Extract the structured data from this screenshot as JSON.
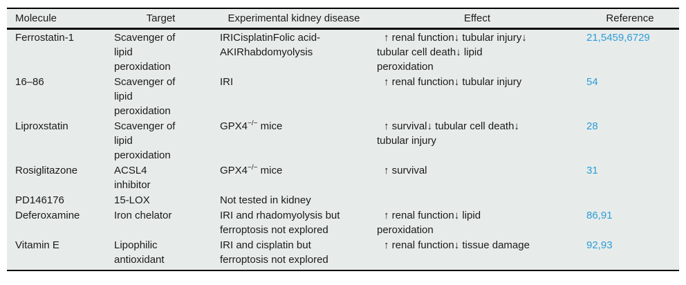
{
  "colors": {
    "table_background": "#e7eceb",
    "border": "#000000",
    "reference_link": "#2e9cd6",
    "text": "#1a1a1a"
  },
  "table": {
    "headers": {
      "molecule": "Molecule",
      "target": "Target",
      "disease": "Experimental kidney disease",
      "effect": "Effect",
      "reference": "Reference"
    },
    "rows": [
      {
        "molecule": "Ferrostatin-1",
        "target": "Scavenger of\nlipid\nperoxidation",
        "disease": {
          "pre": "IRICisplatinFolic acid-\nAKIRhabdomyolysis",
          "sup": "",
          "post": ""
        },
        "effect": "↑ renal function↓ tubular injury↓\ntubular cell death↓ lipid\nperoxidation",
        "reference": "21,5459,6729"
      },
      {
        "molecule": "16–86",
        "target": "Scavenger of\nlipid\nperoxidation",
        "disease": {
          "pre": "IRI",
          "sup": "",
          "post": ""
        },
        "effect": "↑ renal function↓ tubular injury",
        "reference": "54"
      },
      {
        "molecule": "Liproxstatin",
        "target": "Scavenger of\nlipid\nperoxidation",
        "disease": {
          "pre": "GPX4",
          "sup": "−/−",
          "post": " mice"
        },
        "effect": "↑ survival↓ tubular cell death↓\ntubular injury",
        "reference": "28"
      },
      {
        "molecule": "Rosiglitazone",
        "target": "ACSL4\ninhibitor",
        "disease": {
          "pre": "GPX4",
          "sup": "−/−",
          "post": " mice"
        },
        "effect": "↑ survival",
        "reference": "31"
      },
      {
        "molecule": "PD146176",
        "target": "15-LOX",
        "disease": {
          "pre": "Not tested in kidney",
          "sup": "",
          "post": ""
        },
        "effect": "",
        "reference": ""
      },
      {
        "molecule": "Deferoxamine",
        "target": "Iron chelator",
        "disease": {
          "pre": "IRI and rhadomyolysis but\nferroptosis not explored",
          "sup": "",
          "post": ""
        },
        "effect": "↑ renal function↓ lipid\nperoxidation",
        "reference": "86,91"
      },
      {
        "molecule": "Vitamin E",
        "target": "Lipophilic\nantioxidant",
        "disease": {
          "pre": "IRI and cisplatin but\nferroptosis not explored",
          "sup": "",
          "post": ""
        },
        "effect": "↑ renal function↓ tissue damage",
        "reference": "92,93"
      }
    ]
  }
}
